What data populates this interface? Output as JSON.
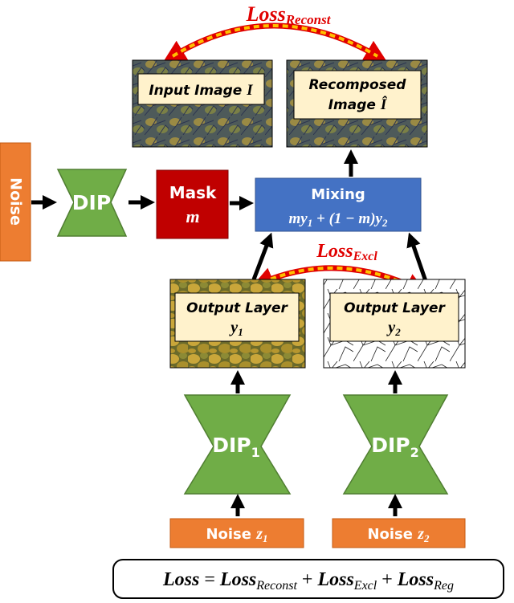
{
  "top_loss": {
    "main": "Loss",
    "sub": "Reconst"
  },
  "mid_loss": {
    "main": "Loss",
    "sub": "Excl"
  },
  "input_image": {
    "text": "Input Image ",
    "var": "I"
  },
  "recomposed_image": {
    "line1": "Recomposed",
    "line2": "Image ",
    "var": "Î"
  },
  "noise_vertical": "Noise",
  "dip_main": "DIP",
  "mask": {
    "title": "Mask",
    "var": "m"
  },
  "mixing": {
    "title": "Mixing",
    "formula": {
      "p1": "my",
      "s1": "1",
      "p2": " + (1 − m)y",
      "s2": "2"
    }
  },
  "output_layer_1": {
    "title": "Output Layer",
    "var": "y",
    "sub": "1"
  },
  "output_layer_2": {
    "title": "Output Layer",
    "var": "y",
    "sub": "2"
  },
  "dip1": {
    "text": "DIP",
    "sub": "1"
  },
  "dip2": {
    "text": "DIP",
    "sub": "2"
  },
  "noise_z1": {
    "text": "Noise ",
    "var": "z",
    "sub": "1"
  },
  "noise_z2": {
    "text": "Noise ",
    "var": "z",
    "sub": "2"
  },
  "total_loss": {
    "lhs": "Loss",
    "eq": " = ",
    "t1": "Loss",
    "t1s": "Reconst",
    "plus1": " + ",
    "t2": "Loss",
    "t2s": "Excl",
    "plus2": " + ",
    "t3": "Loss",
    "t3s": "Reg"
  },
  "colors": {
    "orange": "#ED7D31",
    "green": "#70AD47",
    "green_border": "#507E32",
    "maroon": "#C00000",
    "blue": "#4472C4",
    "cream": "#FFF2CC",
    "loss_red": "#E00000",
    "dashed_yellow": "#FFC000"
  }
}
